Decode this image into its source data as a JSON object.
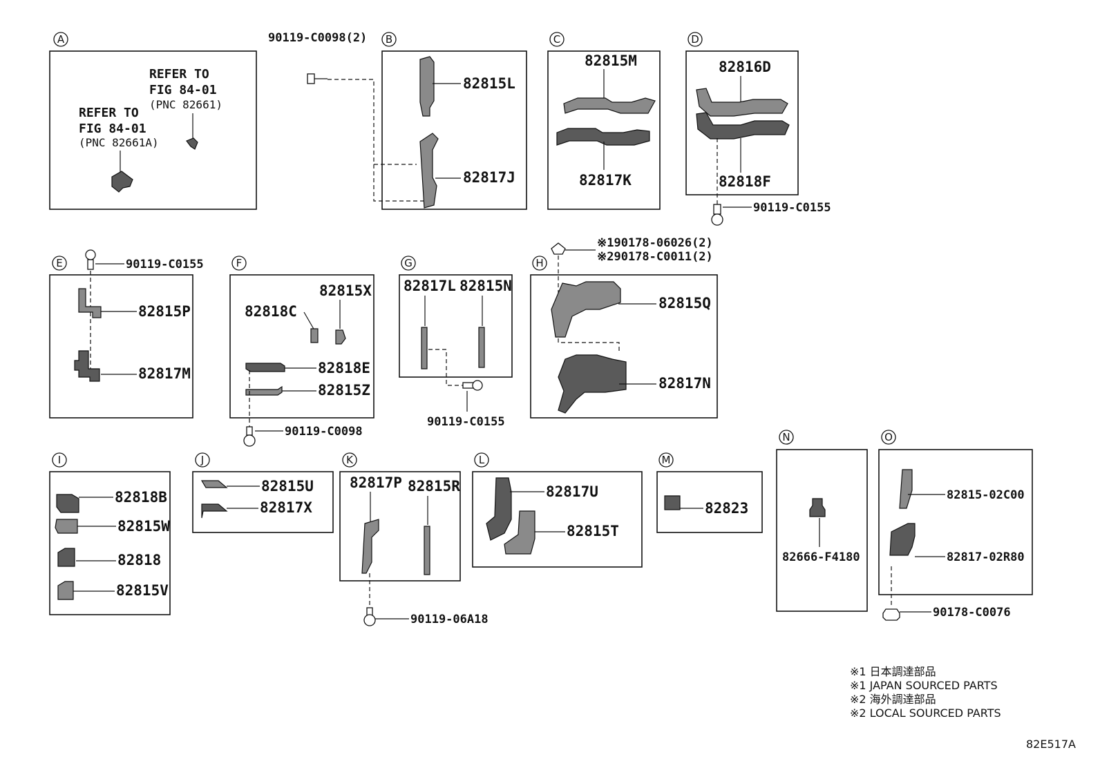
{
  "sections": {
    "A": {
      "label": "A",
      "refer_upper": [
        "REFER TO",
        "FIG 84-01",
        "(PNC 82661)"
      ],
      "refer_lower": [
        "REFER TO",
        "FIG 84-01",
        "(PNC 82661A)"
      ]
    },
    "B": {
      "label": "B",
      "parts": [
        "82815L",
        "82817J"
      ],
      "fastener": "90119-C0098(2)"
    },
    "C": {
      "label": "C",
      "parts": [
        "82815M",
        "82817K"
      ]
    },
    "D": {
      "label": "D",
      "parts": [
        "82816D",
        "82818F"
      ],
      "fastener": "90119-C0155"
    },
    "E": {
      "label": "E",
      "parts": [
        "82815P",
        "82817M"
      ],
      "fastener": "90119-C0155"
    },
    "F": {
      "label": "F",
      "parts": [
        "82815X",
        "82818C",
        "82818E",
        "82815Z"
      ],
      "fastener": "90119-C0098"
    },
    "G": {
      "label": "G",
      "parts": [
        "82817L",
        "82815N"
      ],
      "fastener": "90119-C0155"
    },
    "H": {
      "label": "H",
      "parts": [
        "82815Q",
        "82817N"
      ],
      "fastener1": "※190178-06026(2)",
      "fastener2": "※290178-C0011(2)"
    },
    "I": {
      "label": "I",
      "parts": [
        "82818B",
        "82815W",
        "82818",
        "82815V"
      ]
    },
    "J": {
      "label": "J",
      "parts": [
        "82815U",
        "82817X"
      ]
    },
    "K": {
      "label": "K",
      "parts": [
        "82817P",
        "82815R"
      ],
      "fastener": "90119-06A18"
    },
    "L": {
      "label": "L",
      "parts": [
        "82817U",
        "82815T"
      ]
    },
    "M": {
      "label": "M",
      "parts": [
        "82823"
      ]
    },
    "N": {
      "label": "N",
      "parts": [
        "82666-F4180"
      ]
    },
    "O": {
      "label": "O",
      "parts": [
        "82815-02C00",
        "82817-02R80"
      ],
      "fastener": "90178-C0076"
    }
  },
  "notes": [
    "※1 日本調達部品",
    "※1 JAPAN SOURCED PARTS",
    "※2 海外調達部品",
    "※2 LOCAL SOURCED PARTS"
  ],
  "figure_code": "82E517A"
}
